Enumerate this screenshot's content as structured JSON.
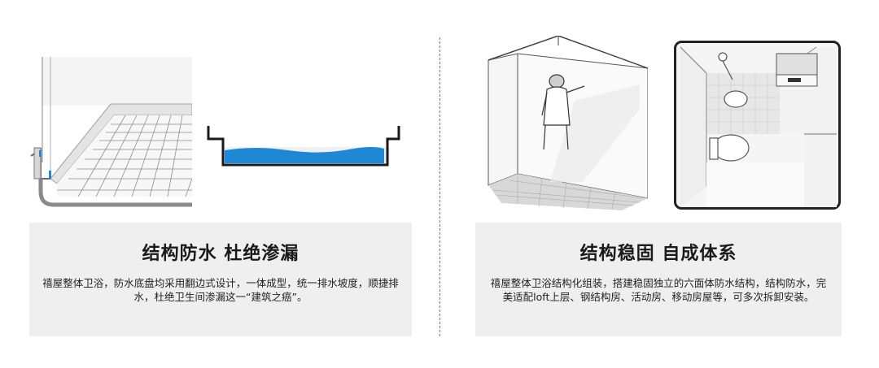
{
  "left_section": {
    "title": "结构防水 杜绝渗漏",
    "description": "禧屋整体卫浴，防水底盘均采用翻边式设计，一体成型，统一排水坡度，顺捷排水，杜绝卫生间渗漏这一“建筑之癌”。"
  },
  "right_section": {
    "title": "结构稳固 自成体系",
    "description": "禧屋整体卫浴结构化组装，搭建稳固独立的六面体防水结构，结构防水，完美适配loft上层、钢结构房、活动房、移动房屋等，可多次拆卸安装。"
  },
  "colors": {
    "water_blue": "#1e88d6",
    "panel_gray": "#efefef",
    "line_dark": "#1a1a1a"
  }
}
